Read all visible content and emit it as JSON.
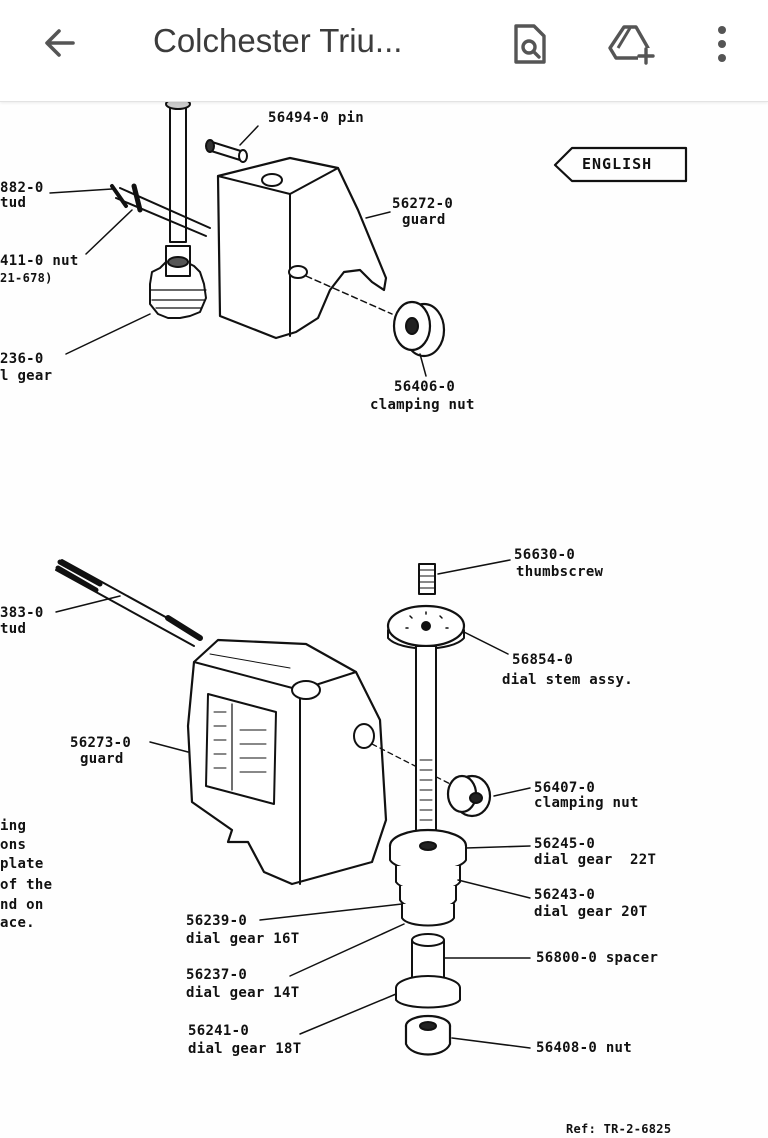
{
  "appbar": {
    "title": "Colchester Triu...",
    "back_icon": "arrow-back-icon",
    "search_icon": "find-in-page-icon",
    "drive_icon": "add-to-drive-icon",
    "more_icon": "more-vert-icon"
  },
  "doc": {
    "tag": "ENGLISH",
    "labels": {
      "pin": "56494-0 pin",
      "stud_top_num": "882-0",
      "stud_top_name": "tud",
      "guard_top_num": "56272-0",
      "guard_top_name": "guard",
      "nut_top_num": "411-0 nut",
      "nut_top_ref": "21-678)",
      "gear_top_num": "236-0",
      "gear_top_name": "l gear",
      "clamp_top_num": "56406-0",
      "clamp_top_name": "clamping nut",
      "thumbscrew_num": "56630-0",
      "thumbscrew_name": "thumbscrew",
      "stud_bot_num": "383-0",
      "stud_bot_name": "tud",
      "dialstem_num": "56854-0",
      "dialstem_name": "dial stem assy.",
      "guard_bot_num": "56273-0",
      "guard_bot_name": "guard",
      "clamp_bot_num": "56407-0",
      "clamp_bot_name": "clamping nut",
      "side_text_1": "ing",
      "side_text_2": "ons",
      "side_text_3": "plate",
      "side_text_4": "of the",
      "side_text_5": "nd on",
      "side_text_6": "ace.",
      "g22_num": "56245-0",
      "g22_name": "dial gear  22T",
      "g20_num": "56243-0",
      "g20_name": "dial gear 20T",
      "g16_num": "56239-0",
      "g16_name": "dial gear 16T",
      "g14_num": "56237-0",
      "g14_name": "dial gear 14T",
      "spacer": "56800-0 spacer",
      "g18_num": "56241-0",
      "g18_name": "dial gear 18T",
      "nut_bot": "56408-0 nut",
      "ref": "Ref: TR-2-6825"
    }
  }
}
